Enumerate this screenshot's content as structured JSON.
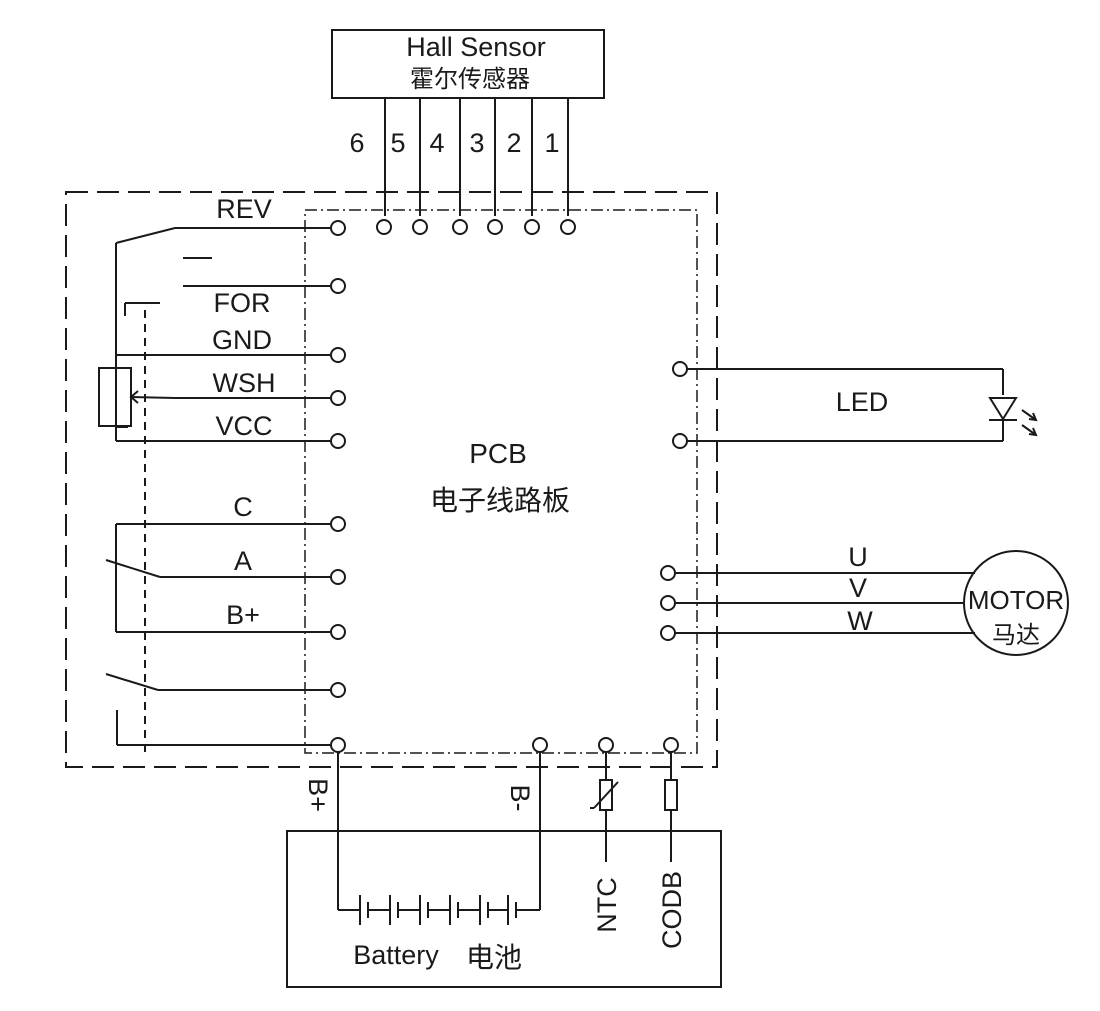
{
  "hall_sensor": {
    "title": "Hall Sensor",
    "title_cn": "霍尔传感器",
    "pins": [
      "6",
      "5",
      "4",
      "3",
      "2",
      "1"
    ]
  },
  "controller_inputs": {
    "rev": "REV",
    "for": "FOR",
    "gnd": "GND",
    "wsh": "WSH",
    "vcc": "VCC",
    "c": "C",
    "a": "A",
    "b_plus": "B+"
  },
  "pcb": {
    "title": "PCB",
    "title_cn": "电子线路板"
  },
  "led": {
    "label": "LED"
  },
  "motor": {
    "label": "MOTOR",
    "label_cn": "马达",
    "phases": [
      "U",
      "V",
      "W"
    ]
  },
  "battery_side": {
    "b_plus": "B+",
    "b_minus": "B-",
    "ntc": "NTC",
    "codb": "CODB",
    "battery": "Battery",
    "battery_cn": "电池"
  }
}
